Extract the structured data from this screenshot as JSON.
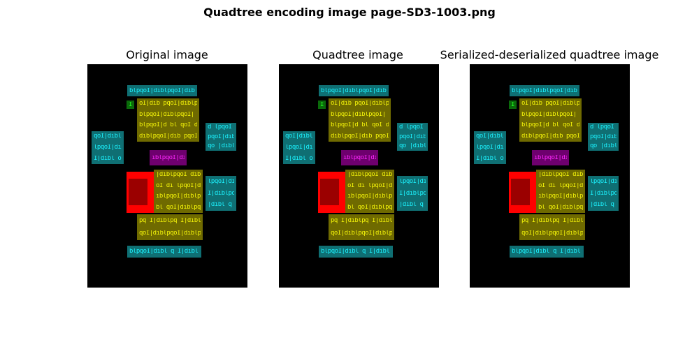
{
  "figure_title": "Quadtree encoding image page-SD3-1003.png",
  "panels": [
    {
      "title": "Original image"
    },
    {
      "title": "Quadtree image"
    },
    {
      "title": "Serialized-deserialized quadtree image"
    }
  ],
  "colors": {
    "background": "#000000",
    "cyan_block": "#0f6f73",
    "cyan_text": "#1cf3ff",
    "yellow_block": "#6f6a00",
    "yellow_text": "#f5f50a",
    "magenta_block": "#6e006e",
    "magenta_text": "#ff28ff",
    "green_block": "#0a6a0a",
    "green_text": "#22ff22",
    "red_outer": "#ff0000",
    "red_inner": "#9b0000"
  }
}
